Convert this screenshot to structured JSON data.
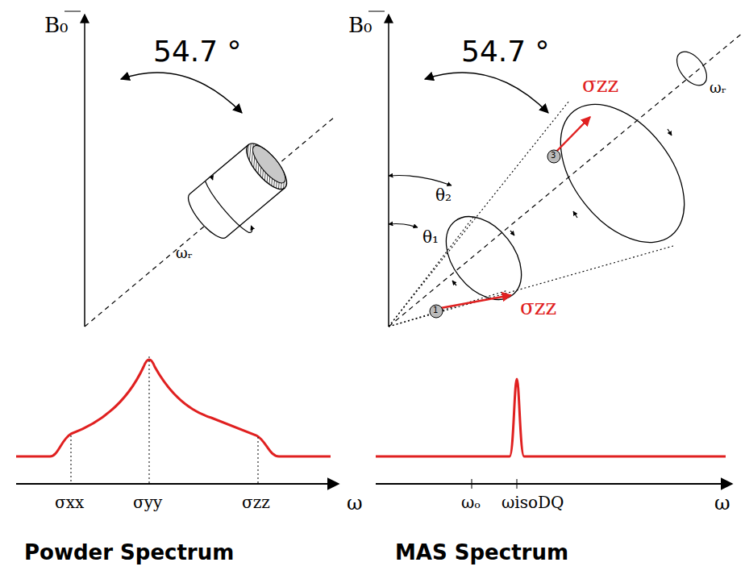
{
  "diagram": {
    "labels": [
      "B₀",
      "54.7 °",
      "ωᵣ",
      "B₀",
      "54.7 °",
      "σzz",
      "θ₂",
      "θ₁",
      "1",
      "3",
      "σzz",
      "ωᵣ",
      "σxx",
      "σyy",
      "σzz",
      "ω",
      "Powder Spectrum",
      "ωₒ",
      "ωisoDQ",
      "ω",
      "MAS Spectrum"
    ]
  }
}
